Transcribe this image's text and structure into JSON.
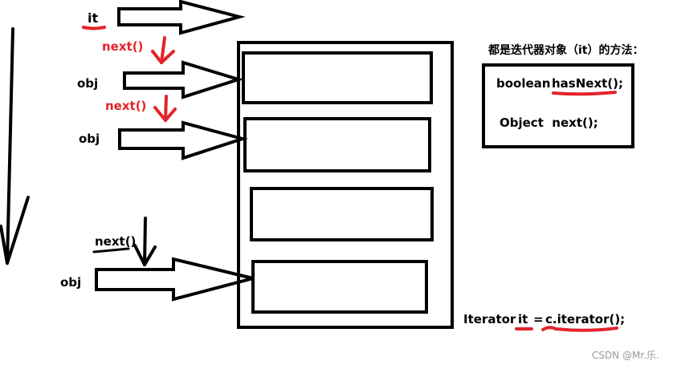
{
  "colors": {
    "ink": "#000000",
    "accent": "#e3242b",
    "watermark": "#999999",
    "background": "#ffffff"
  },
  "labels": {
    "it": "it",
    "next_1": "next()",
    "next_2": "next()",
    "next_3": "next()",
    "obj_1": "obj",
    "obj_2": "obj",
    "obj_3": "obj"
  },
  "method_box": {
    "caption": "都是迭代器对象（it）的方法：",
    "method_1_prefix": "boolean",
    "method_1_name": "hasNext();",
    "method_2": "Object  next();"
  },
  "code": {
    "prefix": "Iterator",
    "var": "it",
    "equals": "=",
    "call": "c.iterator();"
  },
  "watermark": "CSDN @Mr.乐."
}
